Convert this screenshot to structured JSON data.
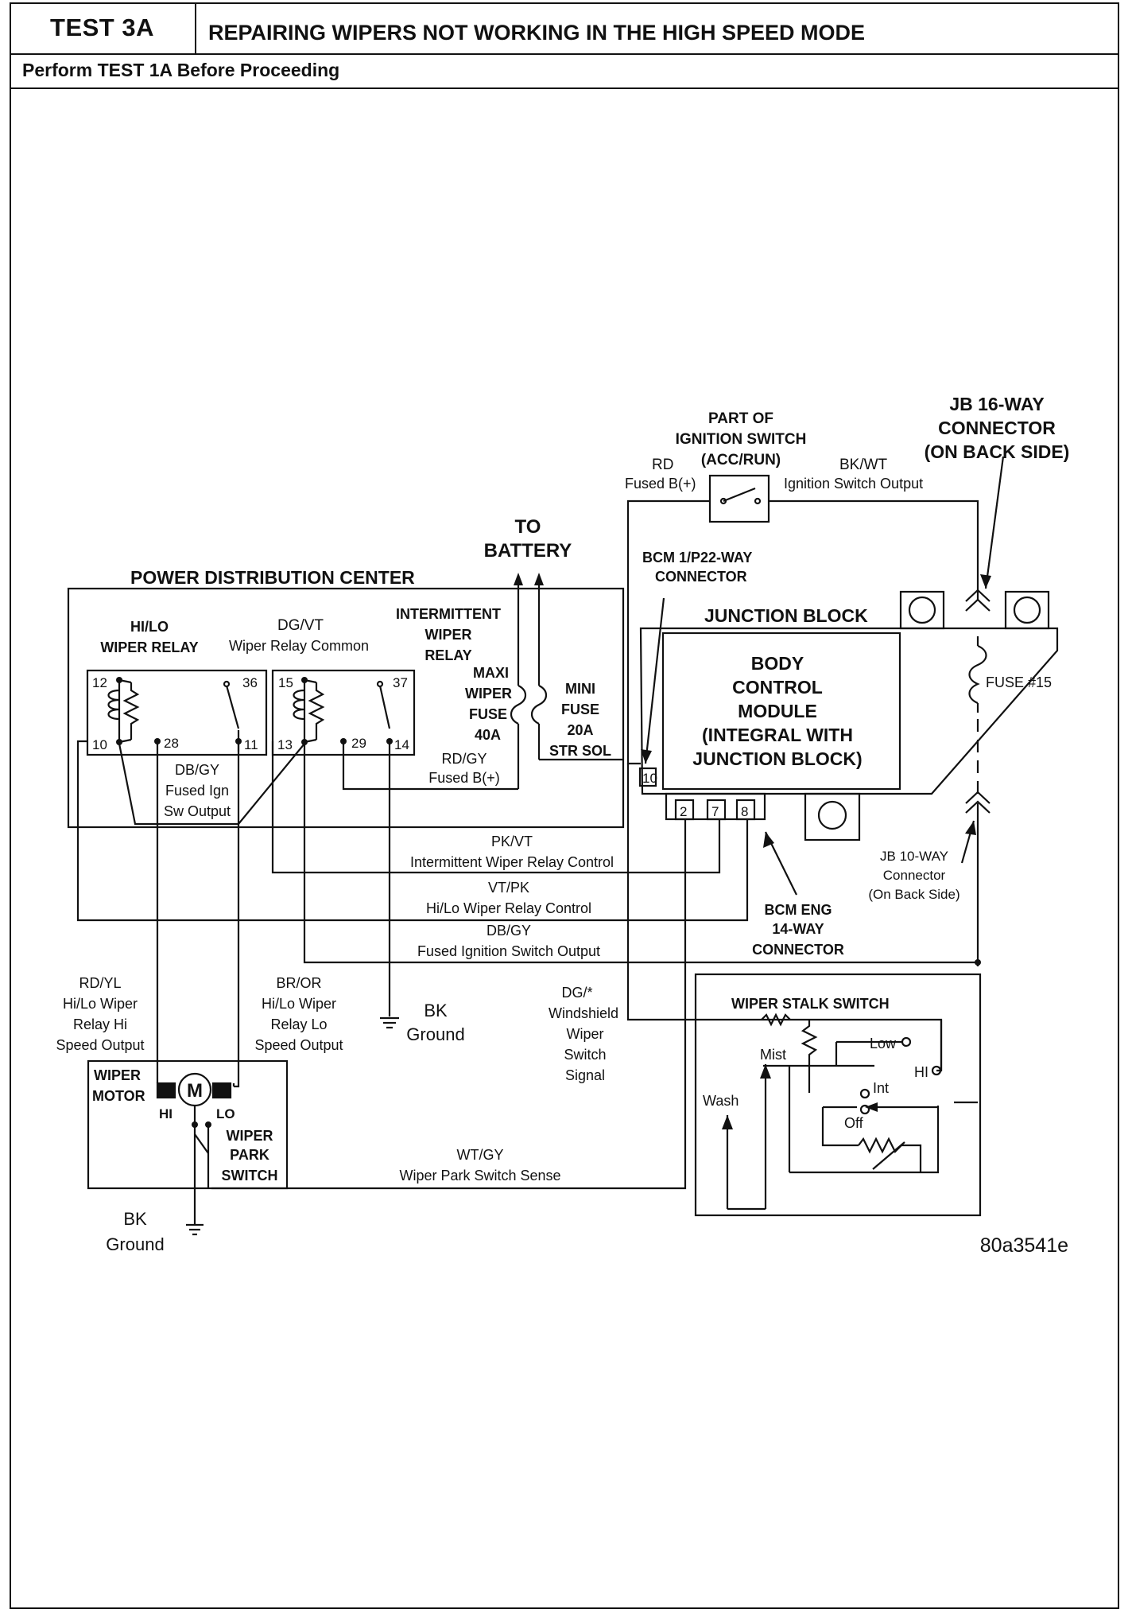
{
  "header": {
    "test_id": "TEST 3A",
    "title": "REPAIRING WIPERS NOT WORKING IN THE HIGH SPEED MODE",
    "prerequisite": "Perform TEST 1A Before Proceeding"
  },
  "diagram": {
    "figure_id": "80a3541e",
    "labels": {
      "ign_switch": [
        "PART OF",
        "IGNITION SWITCH",
        "(ACC/RUN)"
      ],
      "jb16": [
        "JB 16-WAY",
        "CONNECTOR",
        "(ON BACK SIDE)"
      ],
      "rd": "RD",
      "rd_fused": "Fused B(+)",
      "bkwt": "BK/WT",
      "bkwt_desc": "Ignition Switch Output",
      "to_battery": [
        "TO",
        "BATTERY"
      ],
      "bcm_1": [
        "BCM 1/P22-WAY",
        "CONNECTOR"
      ],
      "pdc": "POWER DISTRIBUTION CENTER",
      "hilo_relay": [
        "HI/LO",
        "WIPER RELAY"
      ],
      "dgvt": "DG/VT",
      "dgvt_desc": "Wiper Relay Common",
      "int_relay": [
        "INTERMITTENT",
        "WIPER",
        "RELAY"
      ],
      "maxi_fuse": [
        "MAXI",
        "WIPER",
        "FUSE",
        "40A"
      ],
      "mini_fuse": [
        "MINI",
        "FUSE",
        "20A",
        "STR SOL"
      ],
      "rdgy": [
        "RD/GY",
        "Fused B(+)"
      ],
      "dbgy_pdc": [
        "DB/GY",
        "Fused Ign",
        "Sw Output"
      ],
      "junction_block": "JUNCTION BLOCK",
      "bcm": [
        "BODY",
        "CONTROL",
        "MODULE",
        "(INTEGRAL WITH",
        "JUNCTION BLOCK)"
      ],
      "fuse15": "FUSE #15",
      "pkvt": [
        "PK/VT",
        "Intermittent Wiper Relay Control"
      ],
      "vtpk": [
        "VT/PK",
        "Hi/Lo Wiper Relay Control"
      ],
      "dbgy": [
        "DB/GY",
        "Fused Ignition Switch Output"
      ],
      "jb10": [
        "JB 10-WAY",
        "Connector",
        "(On Back Side)"
      ],
      "bcm_eng": [
        "BCM ENG",
        "14-WAY",
        "CONNECTOR"
      ],
      "rdyl": [
        "RD/YL",
        "Hi/Lo Wiper",
        "Relay Hi",
        "Speed Output"
      ],
      "bror": [
        "BR/OR",
        "Hi/Lo Wiper",
        "Relay Lo",
        "Speed Output"
      ],
      "bk_ground_1": [
        "BK",
        "Ground"
      ],
      "dg_star": [
        "DG/*",
        "Windshield",
        "Wiper",
        "Switch",
        "Signal"
      ],
      "stalk": "WIPER STALK SWITCH",
      "mist": "Mist",
      "low": "Low",
      "hi_sw": "HI",
      "int": "Int",
      "off": "Off",
      "wash": "Wash",
      "wiper_motor": [
        "WIPER",
        "MOTOR"
      ],
      "motor_m": "M",
      "motor_hi": "HI",
      "motor_lo": "LO",
      "park_switch": [
        "WIPER",
        "PARK",
        "SWITCH"
      ],
      "wtgy": [
        "WT/GY",
        "Wiper Park Switch Sense"
      ],
      "bk_ground_2": [
        "BK",
        "Ground"
      ]
    },
    "pins": {
      "p12": "12",
      "p36": "36",
      "p10": "10",
      "p28": "28",
      "p11": "11",
      "p15": "15",
      "p37": "37",
      "p13": "13",
      "p29": "29",
      "p14": "14",
      "c10": "10",
      "c2": "2",
      "c7": "7",
      "c8": "8"
    }
  }
}
